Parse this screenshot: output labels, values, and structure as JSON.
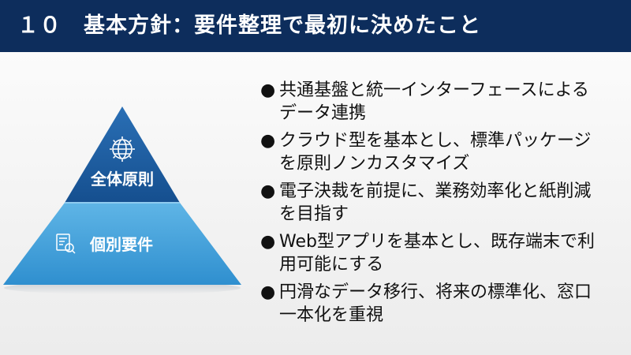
{
  "header": {
    "title": "１０　基本方針：要件整理で最初に決めたこと"
  },
  "pyramid": {
    "top_label": "全体原則",
    "top_icon": "gear-globe-icon",
    "bottom_label": "個別要件",
    "bottom_icon": "document-search-icon"
  },
  "bullets": [
    {
      "marker": "●",
      "lines": [
        "共通基盤と統一インターフェースによる",
        "データ連携"
      ]
    },
    {
      "marker": "●",
      "lines": [
        "クラウド型を基本とし、標準パッケージ",
        "を原則ノンカスタマイズ"
      ]
    },
    {
      "marker": "●",
      "lines": [
        "電子決裁を前提に、業務効率化と紙削減",
        "を目指す"
      ]
    },
    {
      "marker": "●",
      "lines": [
        "Web型アプリを基本とし、既存端末で利",
        "用可能にする"
      ]
    },
    {
      "marker": "●",
      "lines": [
        "円滑なデータ移行、将来の標準化、窓口",
        "一本化を重視"
      ]
    }
  ],
  "colors": {
    "header_bg": "#0d2d5c",
    "pyramid_top": "#1a5a9e",
    "pyramid_bottom": "#3f9ed8"
  }
}
